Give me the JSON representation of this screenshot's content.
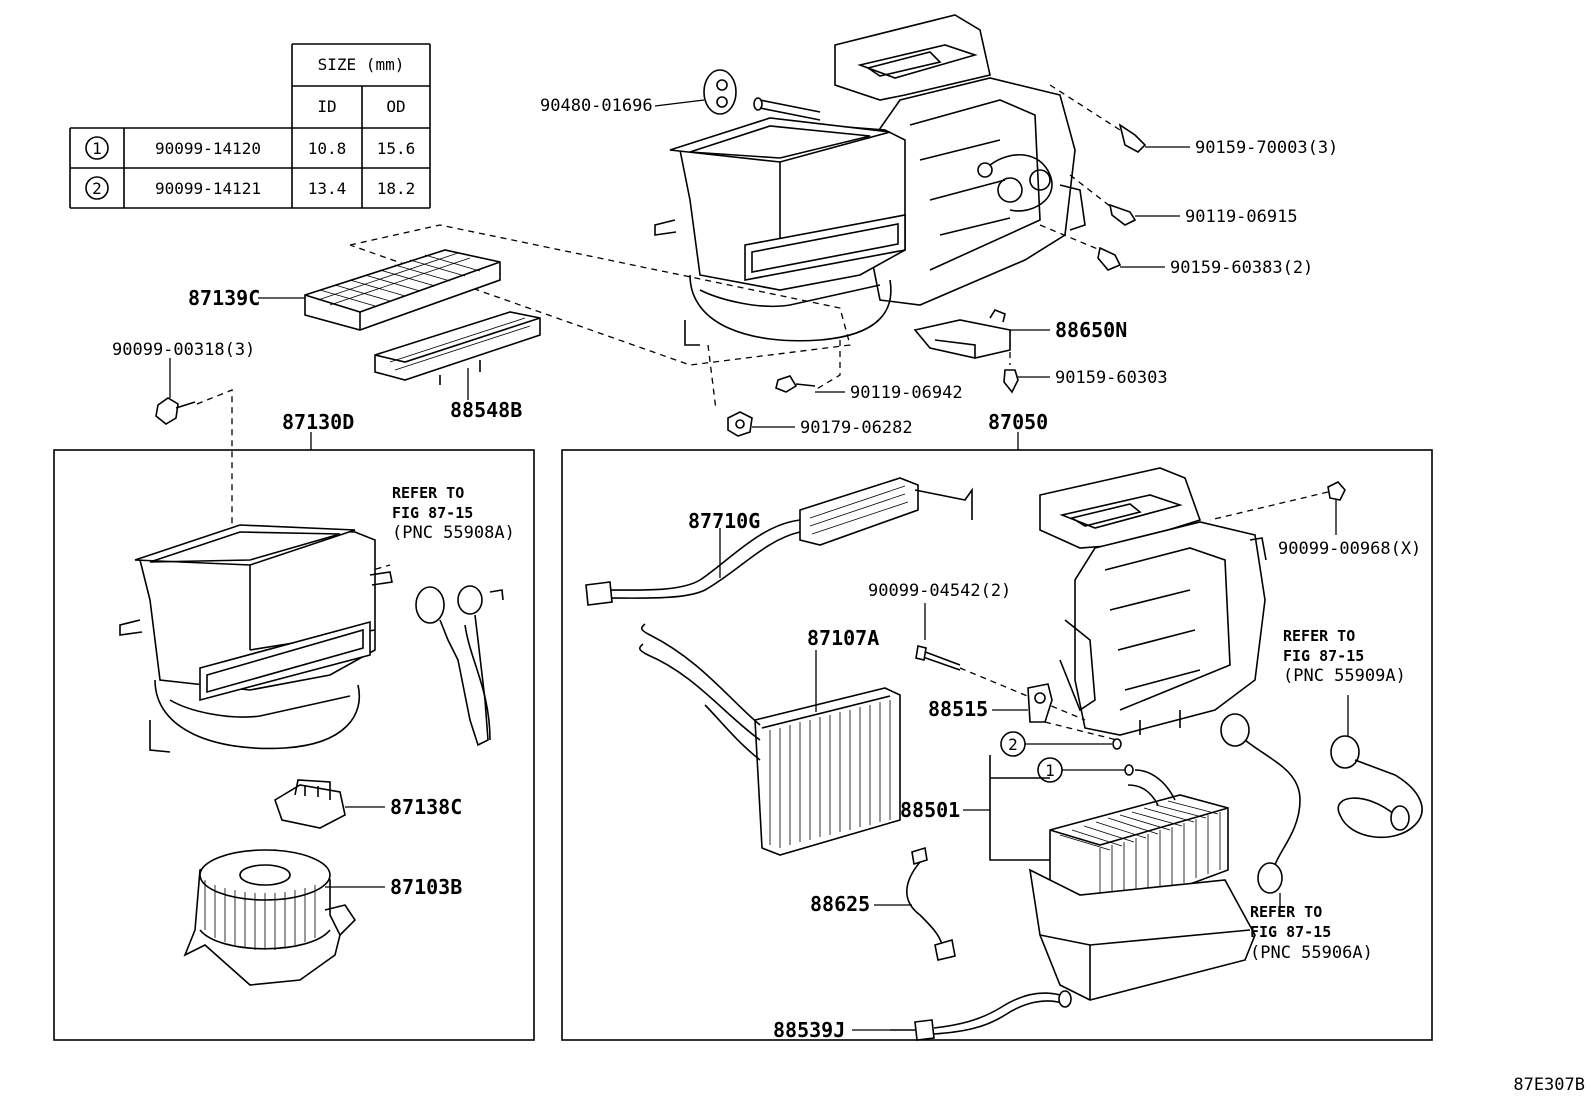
{
  "size_table": {
    "header_size": "SIZE (mm)",
    "header_id": "ID",
    "header_od": "OD",
    "rows": [
      {
        "mark": "1",
        "part": "90099-14120",
        "id": "10.8",
        "od": "15.6"
      },
      {
        "mark": "2",
        "part": "90099-14121",
        "id": "13.4",
        "od": "18.2"
      }
    ]
  },
  "labels": {
    "p90480": "90480-01696",
    "p90159_70003": "90159-70003(3)",
    "p90119_06915": "90119-06915",
    "p90159_60383": "90159-60383(2)",
    "p87139c": "87139C",
    "p90099_00318": "90099-00318(3)",
    "p88548b": "88548B",
    "p88650n": "88650N",
    "p90119_06942": "90119-06942",
    "p90159_60303": "90159-60303",
    "p90179_06282": "90179-06282",
    "p87130d": "87130D",
    "p87050": "87050",
    "p87710g": "87710G",
    "p90099_00968": "90099-00968(X)",
    "p90099_04542": "90099-04542(2)",
    "p87107a": "87107A",
    "p88515": "88515",
    "p88501": "88501",
    "p88625": "88625",
    "p88539j": "88539J",
    "p87138c": "87138C",
    "p87103b": "87103B",
    "mark1": "1",
    "mark2": "2"
  },
  "notes": {
    "left": {
      "l1": "REFER TO",
      "l2": "FIG 87-15",
      "l3": "(PNC 55908A)"
    },
    "right": {
      "l1": "REFER TO",
      "l2": "FIG 87-15",
      "l3": "(PNC 55909A)"
    },
    "bottom": {
      "l1": "REFER TO",
      "l2": "FIG 87-15",
      "l3": "(PNC 55906A)"
    }
  },
  "figure_id": "87E307B"
}
